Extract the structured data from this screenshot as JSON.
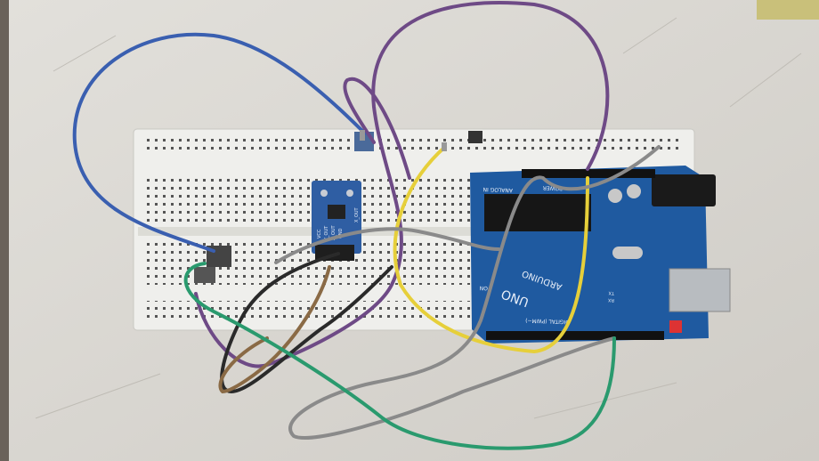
{
  "photo": {
    "module": {
      "pin_labels": [
        "VCC",
        "Y_OUT",
        "Z_OUT",
        "GND"
      ],
      "side_label": "X_OUT"
    },
    "arduino": {
      "brand": "ARDUINO",
      "model": "UNO",
      "analog_label": "ANALOG IN",
      "power_label": "POWER",
      "digital_label": "DIGITAL (PWM~)",
      "on_label": "ON",
      "tx_label": "TX",
      "rx_label": "RX"
    },
    "wire_colors": {
      "blue": "#3a5fb0",
      "purple": "#6e4a86",
      "yellow": "#e6cf3a",
      "gray": "#8a8a8a",
      "black": "#2a2a2a",
      "brown": "#8a6a45",
      "green": "#2a9a6e"
    }
  }
}
